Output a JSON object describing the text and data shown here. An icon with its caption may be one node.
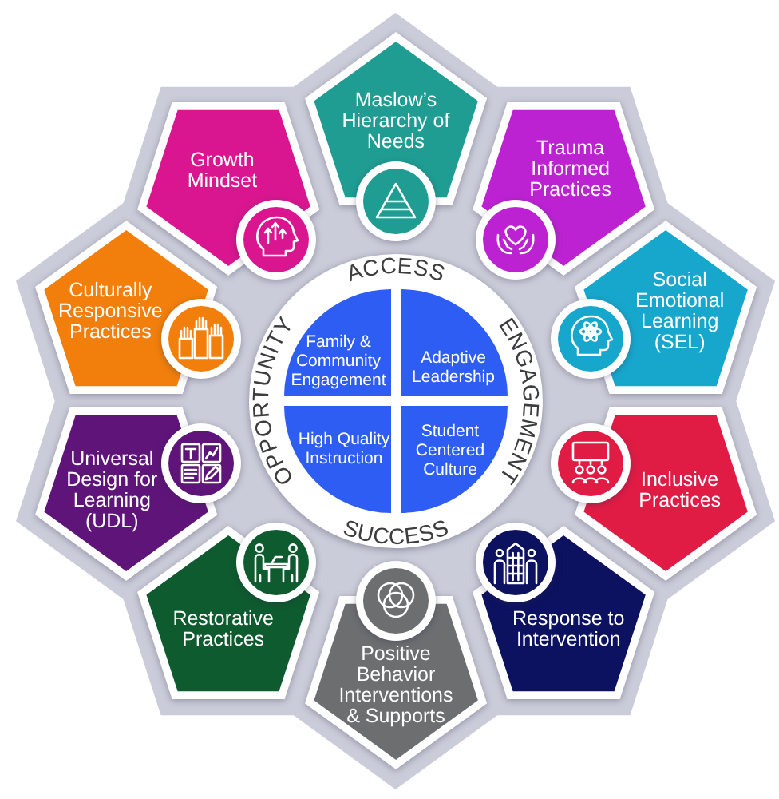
{
  "diagram": {
    "nodes": [
      {
        "text": [
          "ACCESS",
          "ENGAGEMENT",
          "SUCCESS",
          "OPPORTUNITY"
        ]
      },
      {
        "text": [
          "Family & Community Engagement"
        ],
        "in": 0
      },
      {
        "text": [
          "Adaptive Leadership"
        ],
        "in": 0
      },
      {
        "text": [
          "High Quality Instruction"
        ],
        "in": 0
      },
      {
        "text": [
          "Student Centered Culture"
        ],
        "in": 0
      },
      {
        "text": [
          "Maslow’s Hierarchy of Needs"
        ]
      },
      {
        "text": [
          "Trauma Informed Practices"
        ]
      },
      {
        "text": [
          "Social Emotional Learning (SEL)"
        ]
      },
      {
        "text": [
          "Inclusive Practices"
        ]
      },
      {
        "text": [
          "Response to Intervention"
        ]
      },
      {
        "text": [
          "Positive Behavior Interventions & Supports"
        ]
      },
      {
        "text": [
          "Restorative Practices"
        ]
      },
      {
        "text": [
          "Universal Design for Learning (UDL)"
        ]
      },
      {
        "text": [
          "Culturally Responsive Practices"
        ]
      },
      {
        "text": [
          "Growth Mindset"
        ]
      }
    ]
  }
}
